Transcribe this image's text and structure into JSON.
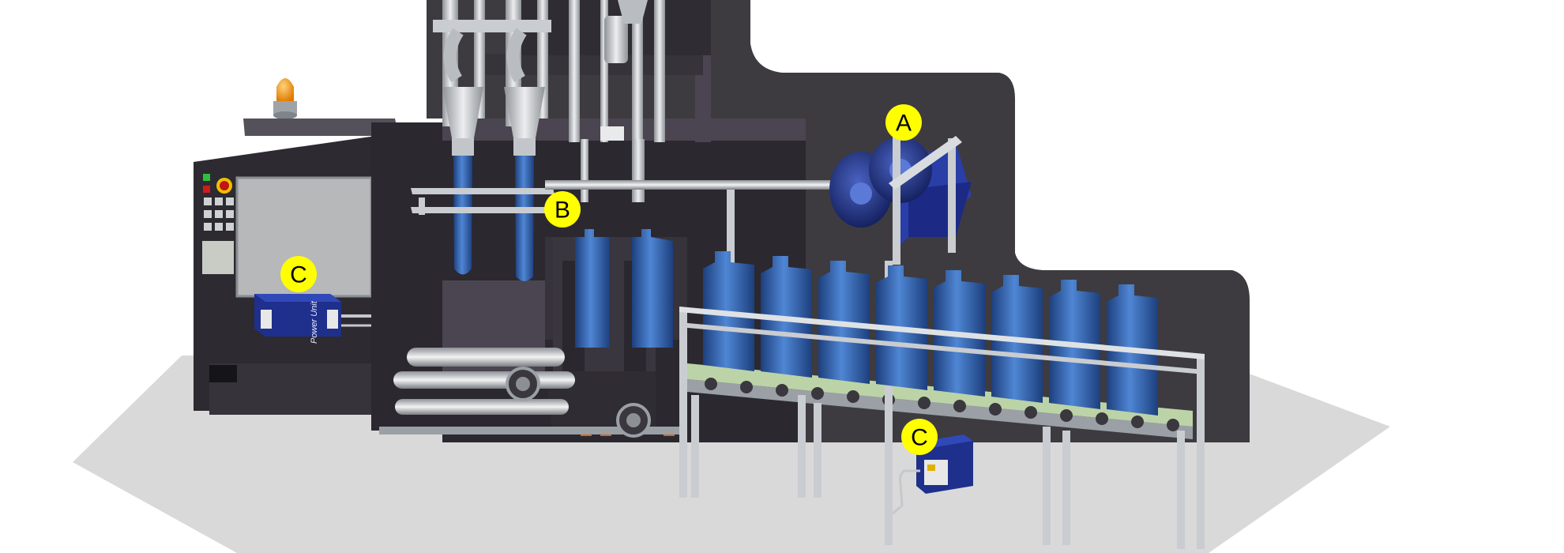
{
  "callouts": {
    "a": "A",
    "b": "B",
    "c_left": "C",
    "c_right": "C"
  },
  "labels": {
    "power_unit": "Power Unit"
  },
  "colors": {
    "floor": "#d9d9d9",
    "wall": "#3d3b40",
    "machine_dark": "#2b2830",
    "machine_mid": "#4a4550",
    "bottle_blue": "#2f5faa",
    "motor_blue": "#1f2f78",
    "conveyor_green": "#bcd3a8",
    "rail": "#c9ccd0",
    "callout_fill": "#ffff00",
    "beacon": "#ff9a00"
  },
  "icons": {
    "beacon": "warning-beacon-icon",
    "stop": "emergency-stop-icon",
    "keypad": "keypad-icon"
  }
}
